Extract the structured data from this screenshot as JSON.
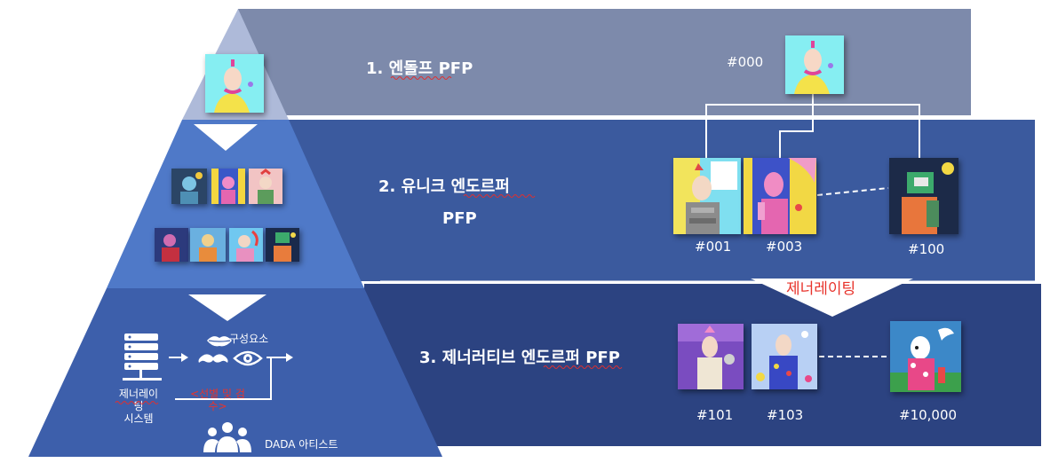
{
  "tiers": [
    {
      "label": "1.  엔돌프 PFP",
      "tokens": [
        "#000"
      ]
    },
    {
      "label_line1": "2. 유니크 엔도르퍼",
      "label_line2": "PFP",
      "tokens": [
        "#001",
        "#003",
        "#100"
      ]
    },
    {
      "label": "3. 제너러티브 엔도르퍼 PFP",
      "tokens": [
        "#101",
        "#103",
        "#10,000"
      ]
    }
  ],
  "arrow_label": "제너레이팅",
  "system": {
    "line1": "제너레이",
    "line2": "팅",
    "line3": "시스템"
  },
  "components_label": "구성요소",
  "selection_label_line1": "<선별 및 검",
  "selection_label_line2": "수>",
  "artist_label": "DADA 아티스트",
  "colors": {
    "tier1": "#7a88a8",
    "tier2": "#3c5a9c",
    "tier3": "#2d4583",
    "pyramid_top": "#aab7dc",
    "pyramid_mid": "#4e78c9",
    "pyramid_bottom": "#3d60ac",
    "accent_red": "#e8342c"
  }
}
